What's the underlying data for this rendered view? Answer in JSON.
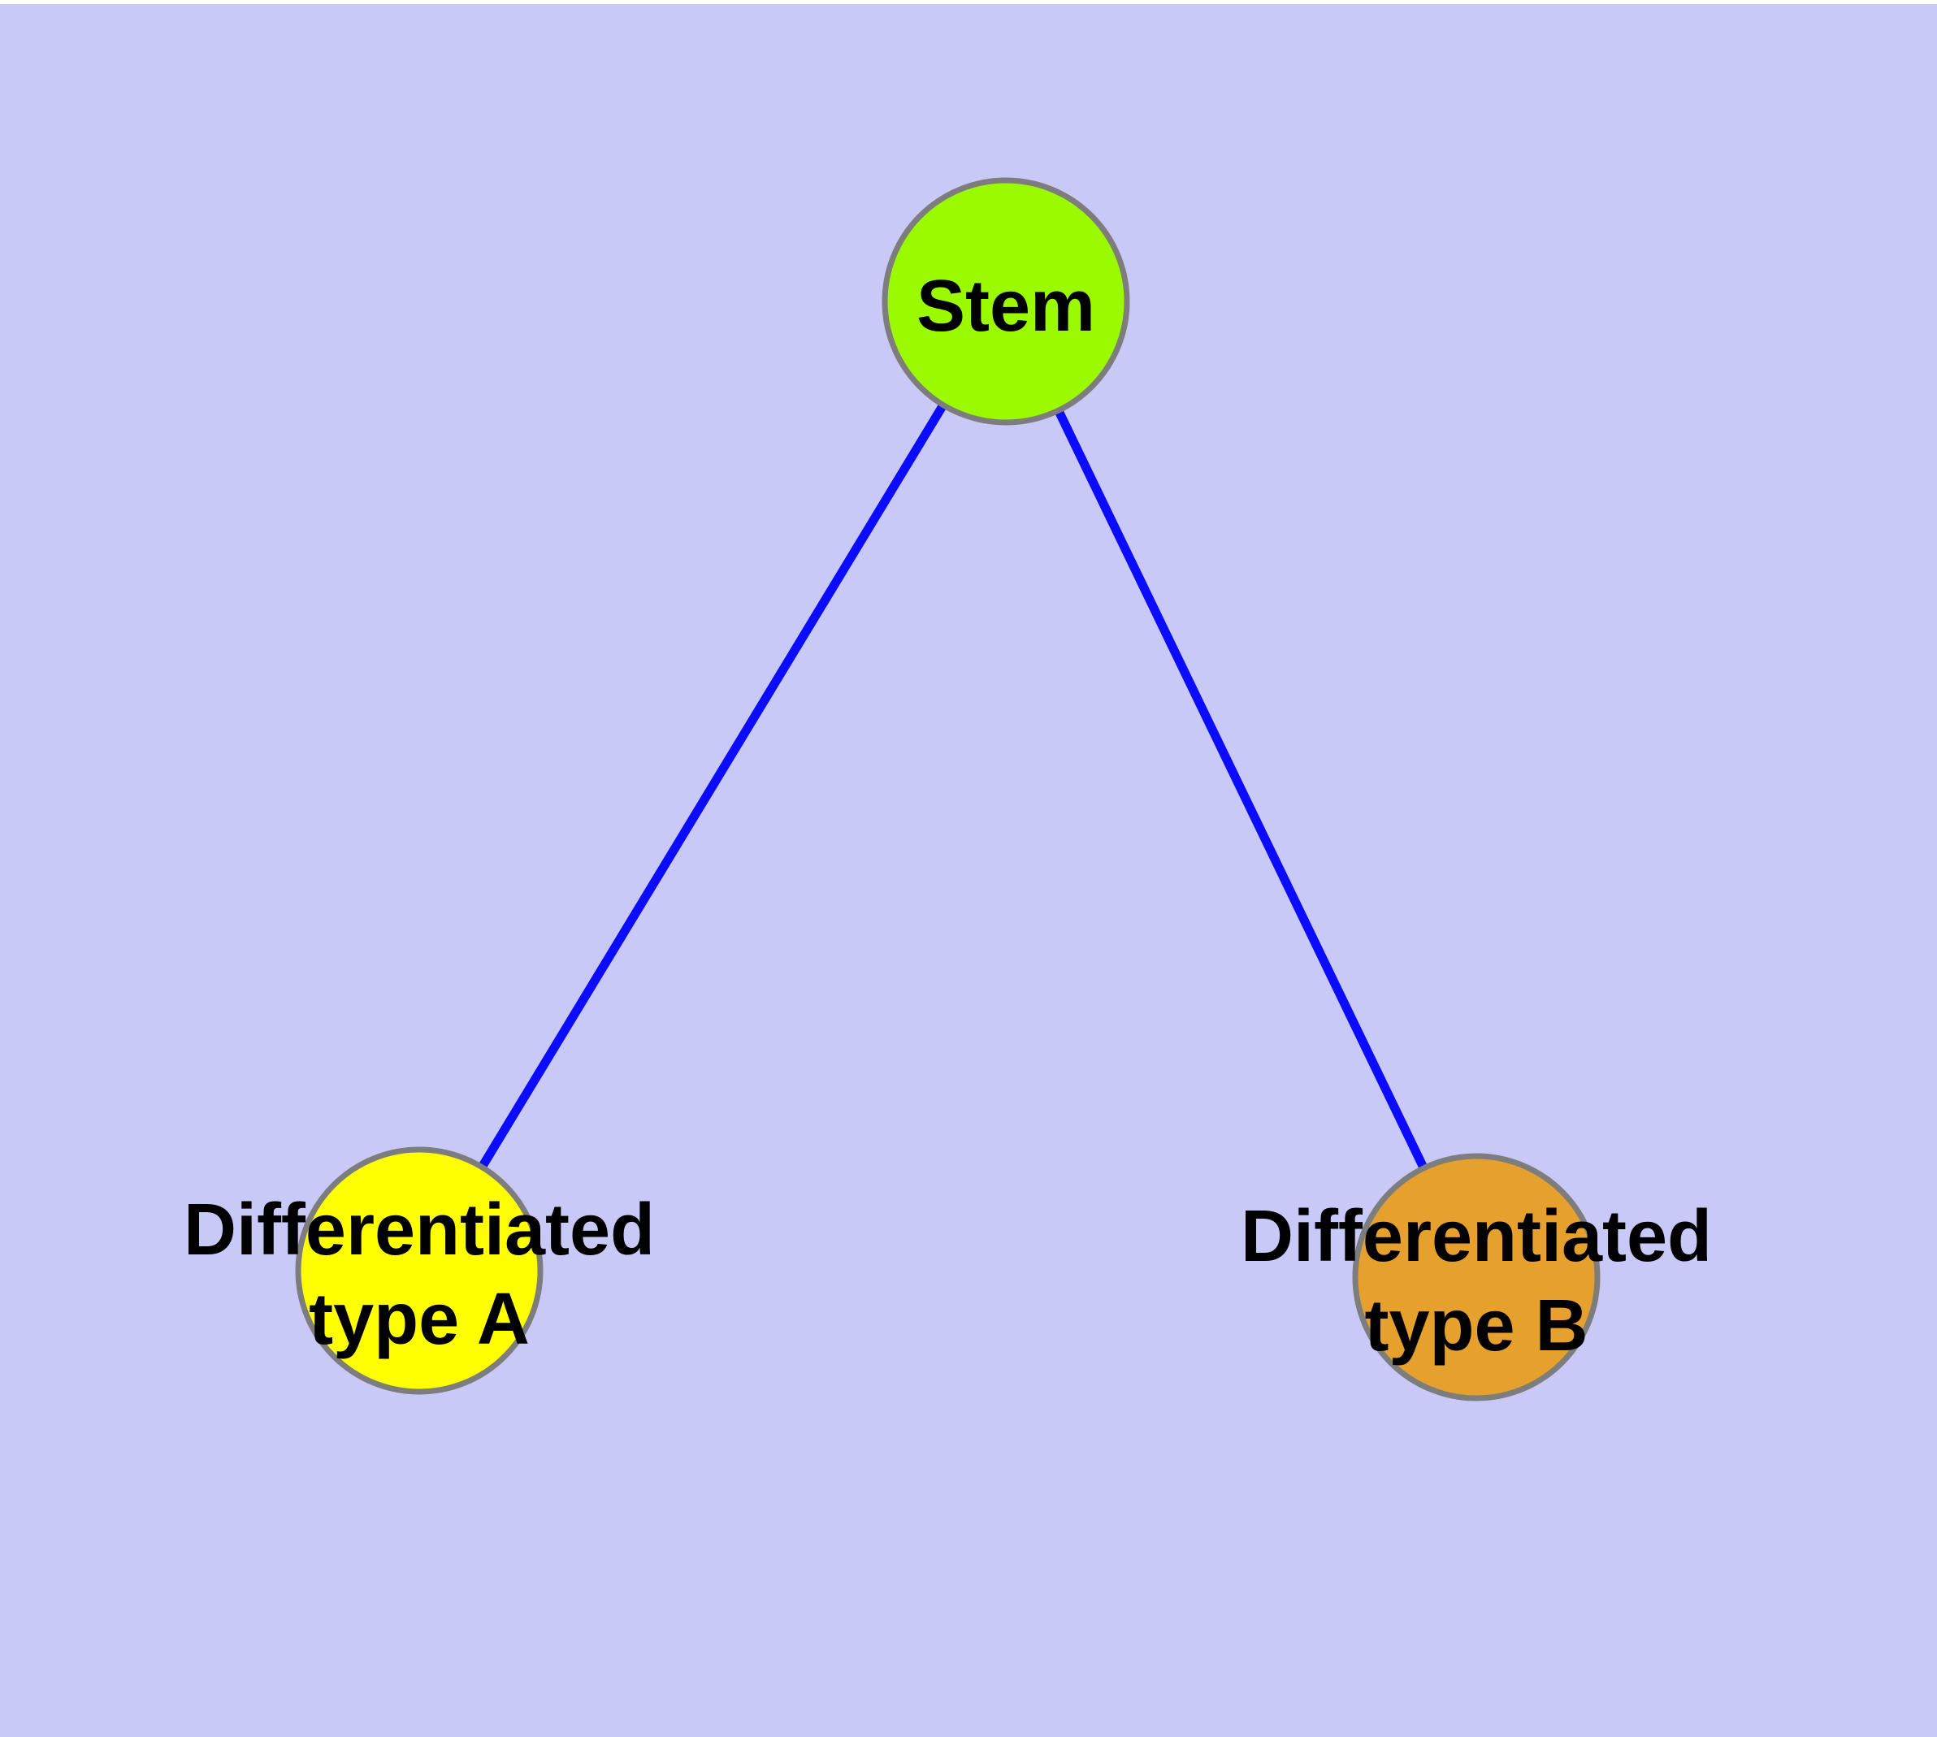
{
  "diagram": {
    "type": "node-link-graph",
    "background_color": "#c9c9f8",
    "top_margin_color": "#ffffff",
    "edge_color": "#0b0bff",
    "node_border_color": "#7d7d7d",
    "label_color": "#000000",
    "nodes": {
      "stem": {
        "label": "Stem",
        "fill": "#9bfa00"
      },
      "type_a": {
        "label_line1": "Differentiated",
        "label_line2": "type A",
        "fill": "#ffff00"
      },
      "type_b": {
        "label_line1": "Differentiated",
        "label_line2": "type B",
        "fill": "#e5a02d"
      }
    },
    "edges": [
      {
        "from": "Stem",
        "to": "Differentiated type A"
      },
      {
        "from": "Stem",
        "to": "Differentiated type B"
      }
    ]
  }
}
